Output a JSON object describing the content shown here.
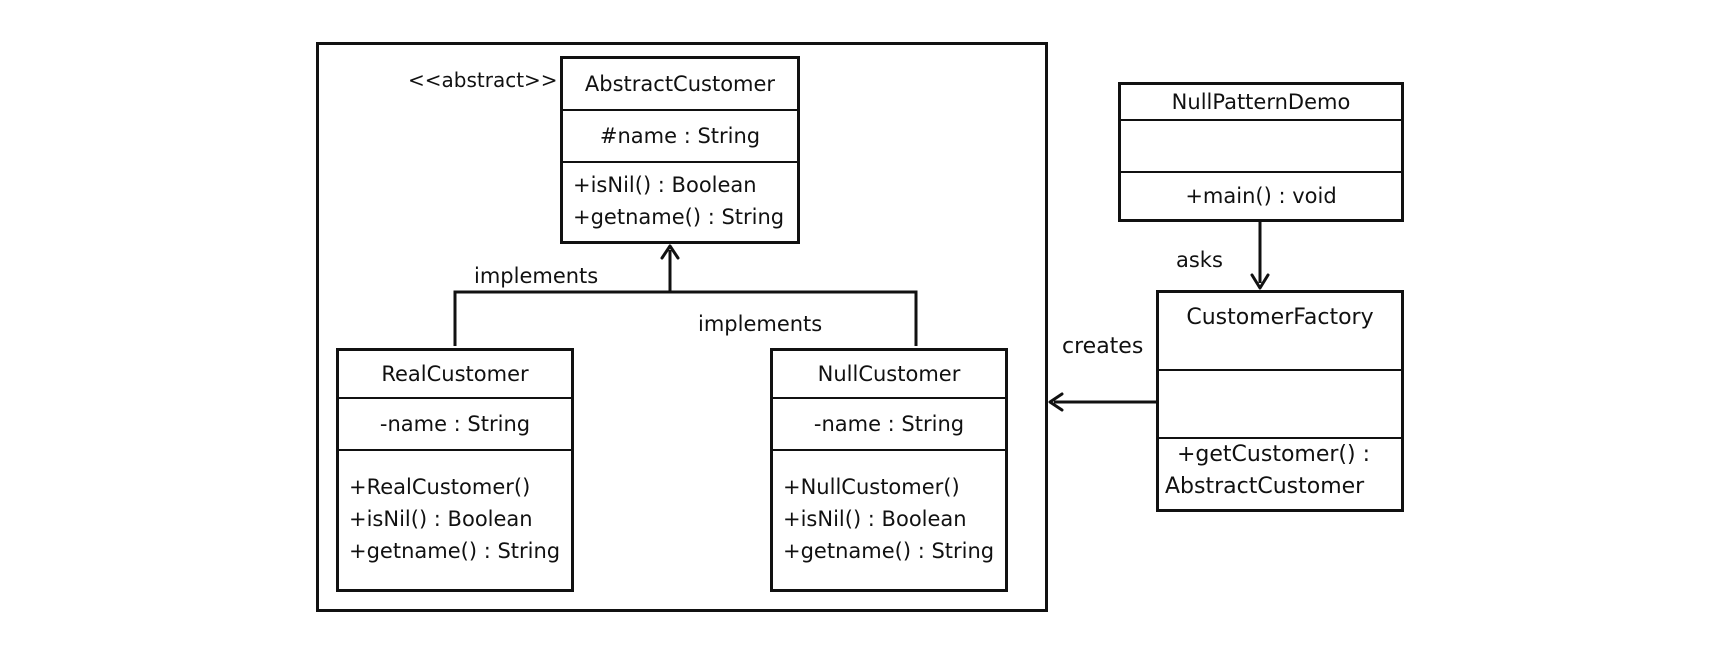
{
  "stereotype": "<<abstract>>",
  "classes": {
    "abstract_customer": {
      "name": "AbstractCustomer",
      "attributes": [
        "#name : String"
      ],
      "methods": [
        "+isNil() : Boolean",
        "+getname() : String"
      ]
    },
    "real_customer": {
      "name": "RealCustomer",
      "attributes": [
        "-name : String"
      ],
      "methods": [
        "+RealCustomer()",
        "+isNil() : Boolean",
        "+getname() : String"
      ]
    },
    "null_customer": {
      "name": "NullCustomer",
      "attributes": [
        "-name : String"
      ],
      "methods": [
        "+NullCustomer()",
        "+isNil() : Boolean",
        "+getname() : String"
      ]
    },
    "null_pattern_demo": {
      "name": "NullPatternDemo",
      "attributes": [],
      "methods": [
        "+main() : void"
      ]
    },
    "customer_factory": {
      "name": "CustomerFactory",
      "attributes": [],
      "methods": [
        "+getCustomer() :",
        "AbstractCustomer"
      ]
    }
  },
  "relations": {
    "implements_left": "implements",
    "implements_right": "implements",
    "asks": "asks",
    "creates": "creates"
  }
}
